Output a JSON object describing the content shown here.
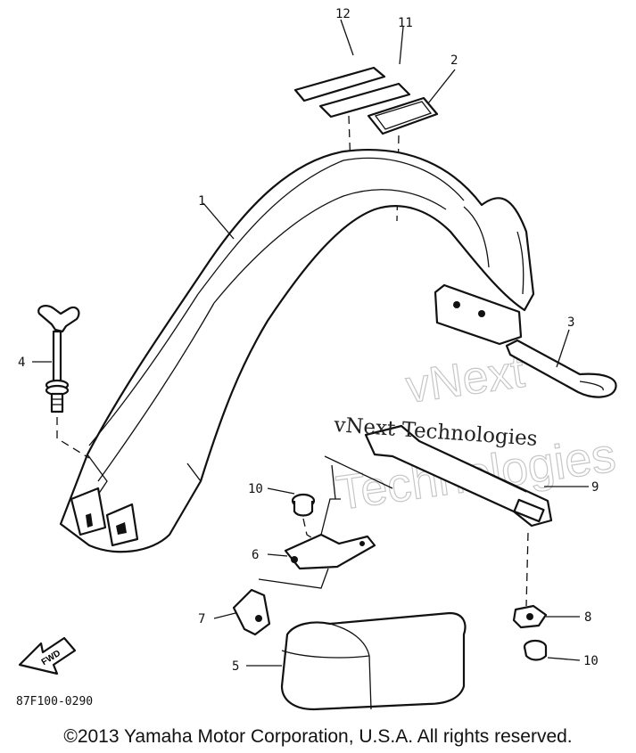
{
  "callouts": {
    "c1": "1",
    "c2": "2",
    "c3": "3",
    "c4": "4",
    "c5": "5",
    "c6": "6",
    "c7": "7",
    "c8": "8",
    "c9": "9",
    "c10a": "10",
    "c10b": "10",
    "c11": "11",
    "c12": "12"
  },
  "fwd_label": "FWD",
  "diagram_code": "87F100-0290",
  "watermark": {
    "text": "vNext Technologies",
    "outline_line1": "vNext",
    "outline_line2": "Technologies"
  },
  "copyright": "©2013 Yamaha Motor Corporation, U.S.A. All rights reserved."
}
